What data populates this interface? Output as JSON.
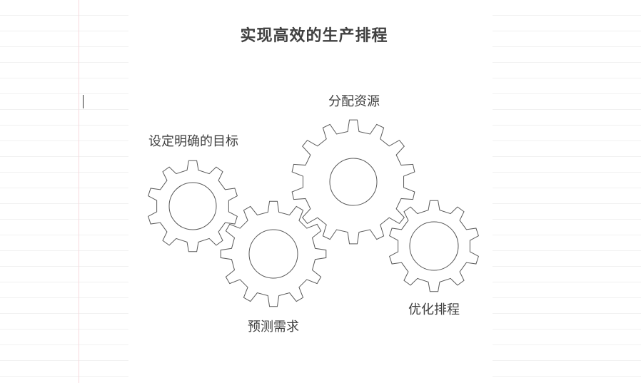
{
  "title": "实现高效的生产排程",
  "colors": {
    "line": "#595959",
    "text": "#404040",
    "margin": "#f7d9dd",
    "rule": "#f1f1f1"
  },
  "steps": [
    {
      "id": "goal",
      "label": "设定明确的目标",
      "icon": "gear-icon"
    },
    {
      "id": "forecast",
      "label": "预测需求",
      "icon": "gear-icon"
    },
    {
      "id": "allocate",
      "label": "分配资源",
      "icon": "gear-icon"
    },
    {
      "id": "optimize",
      "label": "优化排程",
      "icon": "gear-icon"
    }
  ]
}
